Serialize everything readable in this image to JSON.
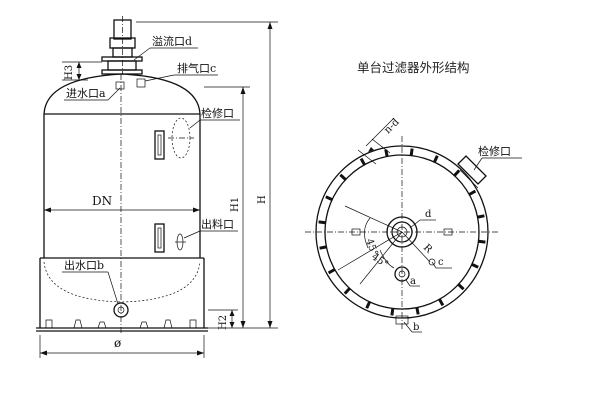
{
  "title": "单台过滤器外形结构",
  "front_view": {
    "labels": {
      "overflow_port": "溢流口d",
      "vent_port": "排气口c",
      "inlet_port": "进水口a",
      "manhole": "检修口",
      "discharge_port": "出料口",
      "outlet_port": "出水口b",
      "diameter_inner": "DN",
      "diameter_outer": "ø"
    },
    "dimensions": {
      "h3": "H3",
      "h1": "H1",
      "h": "H",
      "h2": "H2"
    }
  },
  "top_view": {
    "labels": {
      "manhole": "检修口",
      "bolt_holes": "n-d",
      "port_d": "d",
      "port_c": "c",
      "port_a": "a",
      "port_b": "b",
      "radius": "R",
      "angle_1": "45°",
      "angle_2": "45°"
    }
  },
  "colors": {
    "line": "#111111",
    "background": "#ffffff"
  }
}
